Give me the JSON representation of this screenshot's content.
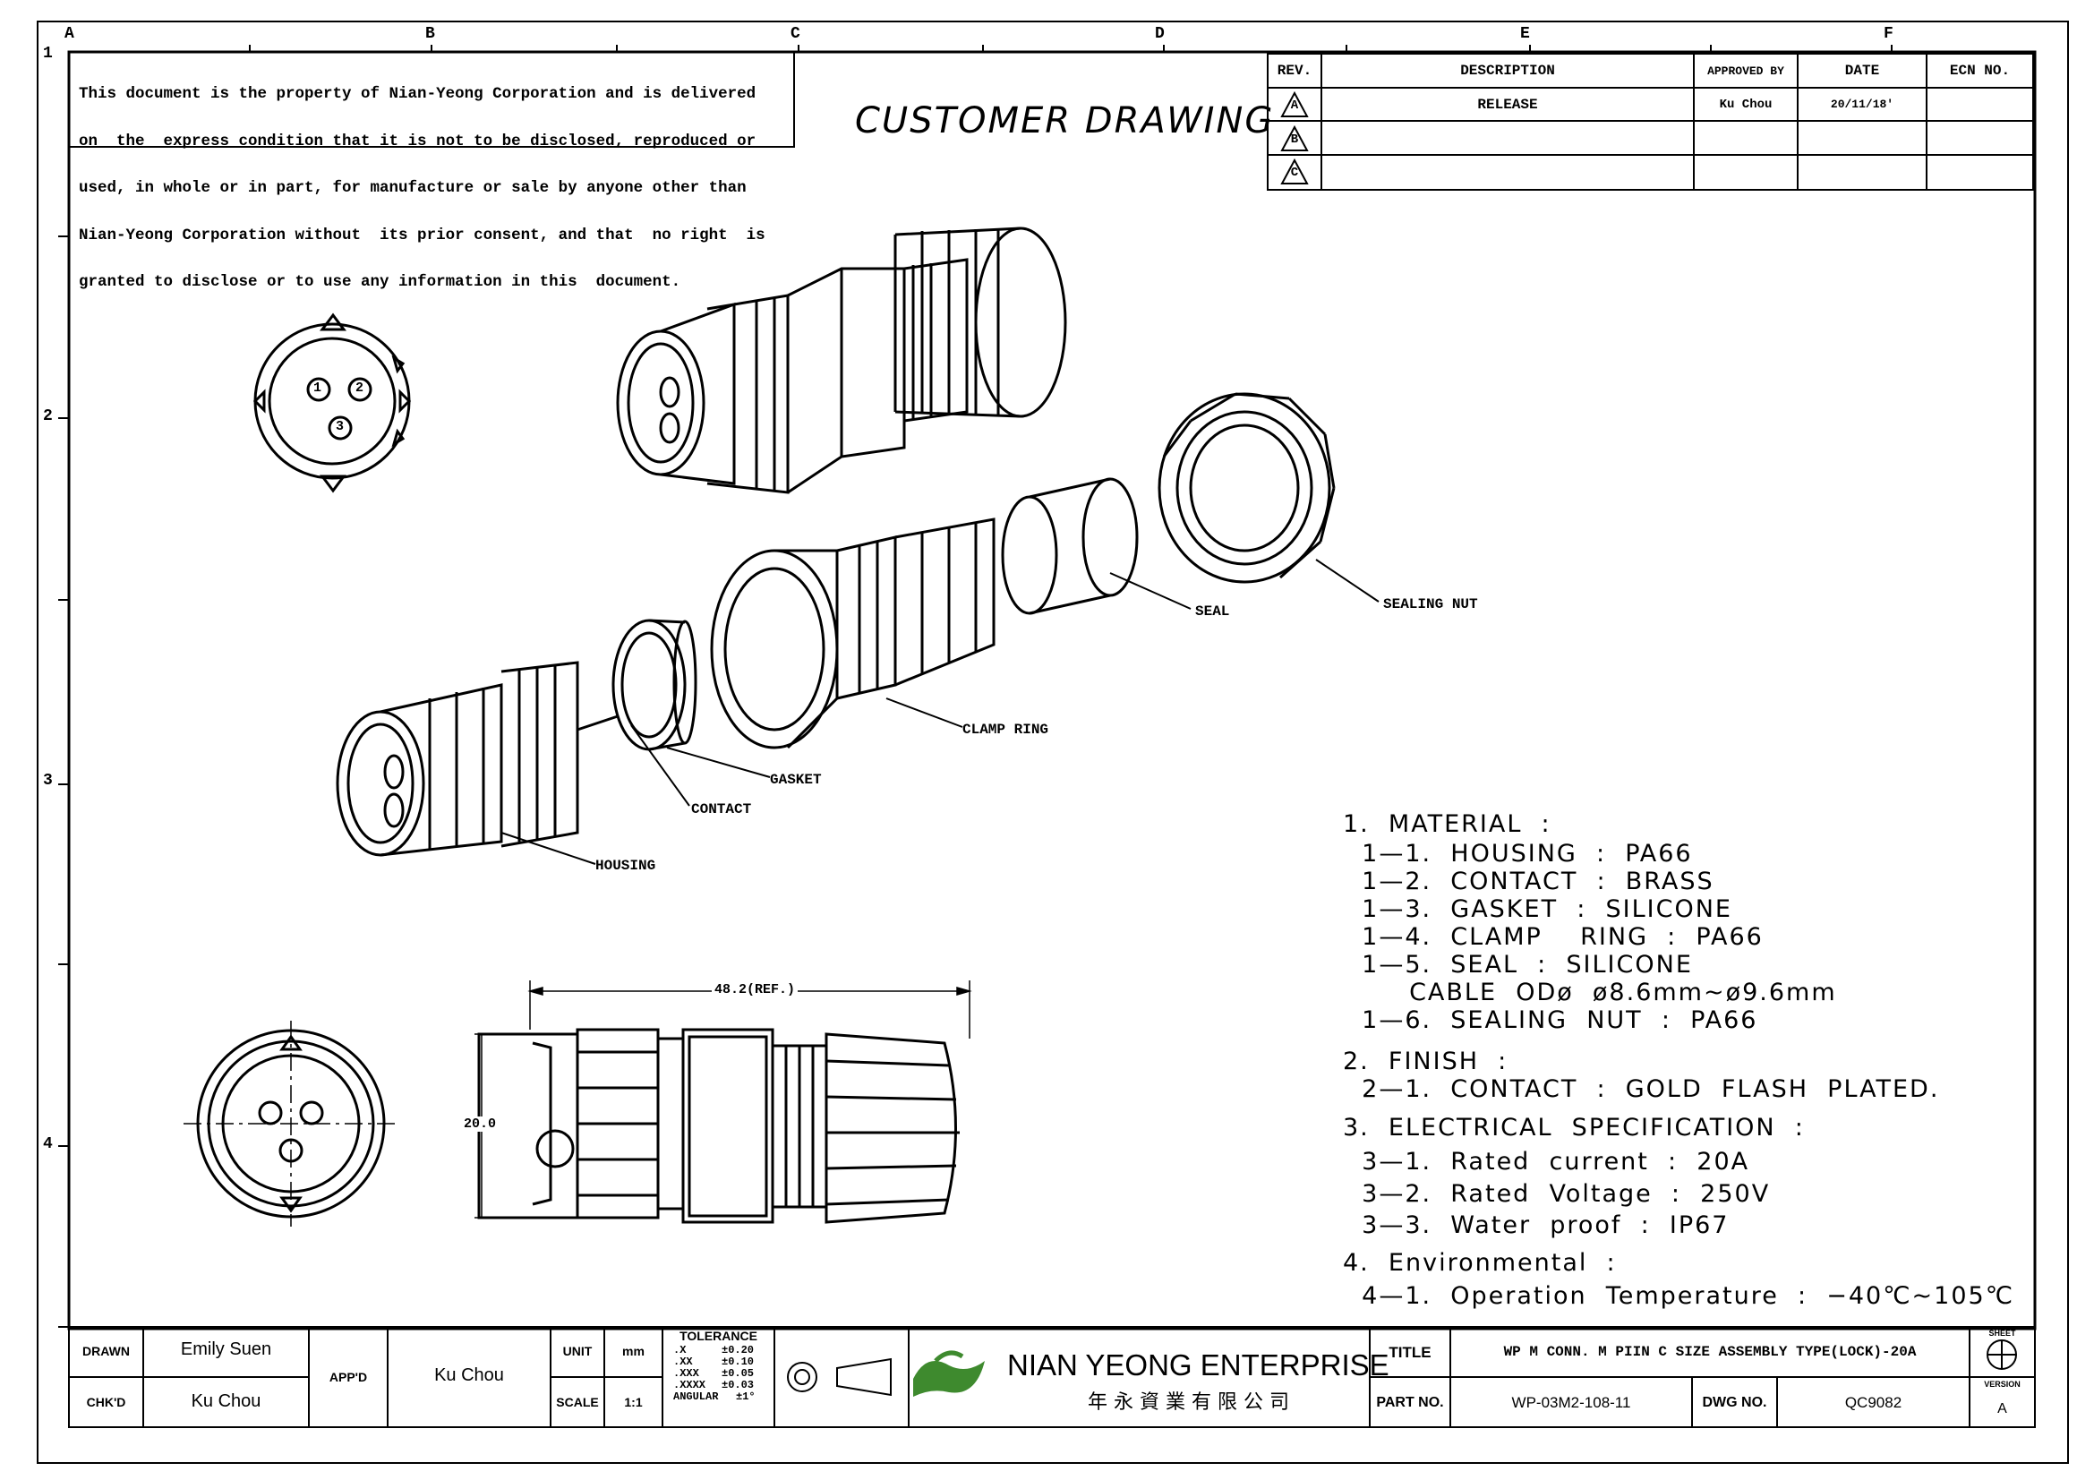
{
  "zones": {
    "columns": [
      "A",
      "B",
      "C",
      "D",
      "E",
      "F"
    ],
    "rows": [
      "1",
      "2",
      "3",
      "4"
    ]
  },
  "notice": {
    "lines": [
      "This document is the property of Nian-Yeong Corporation and is delivered",
      "on  the  express condition that it is not to be disclosed, reproduced or",
      "used, in whole or in part, for manufacture or sale by anyone other than",
      "Nian-Yeong Corporation without  its prior consent, and that  no right  is",
      "granted to disclose or to use any information in this  document."
    ]
  },
  "drawing_title": "CUSTOMER  DRAWING",
  "revision_table": {
    "headers": {
      "rev": "REV.",
      "description": "DESCRIPTION",
      "approved_by": "APPROVED BY",
      "date": "DATE",
      "ecn": "ECN NO."
    },
    "rows": [
      {
        "rev": "A",
        "description": "RELEASE",
        "approved_by": "Ku Chou",
        "date": "20/11/18'",
        "ecn": ""
      },
      {
        "rev": "B",
        "description": "",
        "approved_by": "",
        "date": "",
        "ecn": ""
      },
      {
        "rev": "C",
        "description": "",
        "approved_by": "",
        "date": "",
        "ecn": ""
      }
    ]
  },
  "callouts": {
    "seal": "SEAL",
    "sealing_nut": "SEALING NUT",
    "clamp_ring": "CLAMP RING",
    "gasket": "GASKET",
    "contact": "CONTACT",
    "housing": "HOUSING"
  },
  "pin_numbers": [
    "1",
    "2",
    "3"
  ],
  "dimensions": {
    "length": "48.2(REF.)",
    "diameter": "20.0"
  },
  "spec_lines": [
    "1.  MATERIAL  :",
    "  1—1.  HOUSING  :  PA66",
    "  1—2.  CONTACT  :  BRASS",
    "  1—3.  GASKET  :  SILICONE",
    "  1—4.  CLAMP    RING  :  PA66",
    "  1—5.  SEAL  :  SILICONE",
    "       CABLE  ODø  ø8.6mm~ø9.6mm",
    "  1—6.  SEALING  NUT  :  PA66",
    "2.  FINISH  :",
    "  2—1.  CONTACT  :  GOLD  FLASH  PLATED.",
    "3.  ELECTRICAL  SPECIFICATION  :",
    "  3—1.  Rated  current  :  20A",
    "  3—2.  Rated  Voltage  :  250V",
    "  3—3.  Water  proof  :  IP67",
    "4.  Environmental  :",
    "  4—1.  Operation  Temperature  :  −40℃~105℃"
  ],
  "title_block": {
    "drawn_label": "DRAWN",
    "drawn_by": "Emily Suen",
    "checked_label": "CHK'D",
    "checked_by": "Ku Chou",
    "approved_label": "APP'D",
    "approved_by": "Ku Chou",
    "unit_label": "UNIT",
    "unit_value": "mm",
    "scale_label": "SCALE",
    "scale_value": "1:1",
    "tolerance_title": "TOLERANCE",
    "tolerances": [
      {
        "format": ".X",
        "value": "±0.20"
      },
      {
        "format": ".XX",
        "value": "±0.10"
      },
      {
        "format": ".XXX",
        "value": "±0.05"
      },
      {
        "format": ".XXXX",
        "value": "±0.03"
      }
    ],
    "angular_label": "ANGULAR",
    "angular_value": "±1°",
    "company_name": "NIAN YEONG ENTERPRISE",
    "company_name_cn": "年 永 資 業 有 限 公 司",
    "title_label": "TITLE",
    "title_value": "WP M CONN. M PIIN C SIZE ASSEMBLY TYPE(LOCK)-20A",
    "part_no_label": "PART NO.",
    "part_no_value": "WP-03M2-108-11",
    "dwg_no_label": "DWG NO.",
    "dwg_no_value": "QC9082",
    "sheet_label": "SHEET",
    "version_label": "VERSION",
    "version_value": "A"
  },
  "colors": {
    "line": "#000000",
    "background": "#ffffff",
    "logo_green": "#3e8a2e"
  }
}
